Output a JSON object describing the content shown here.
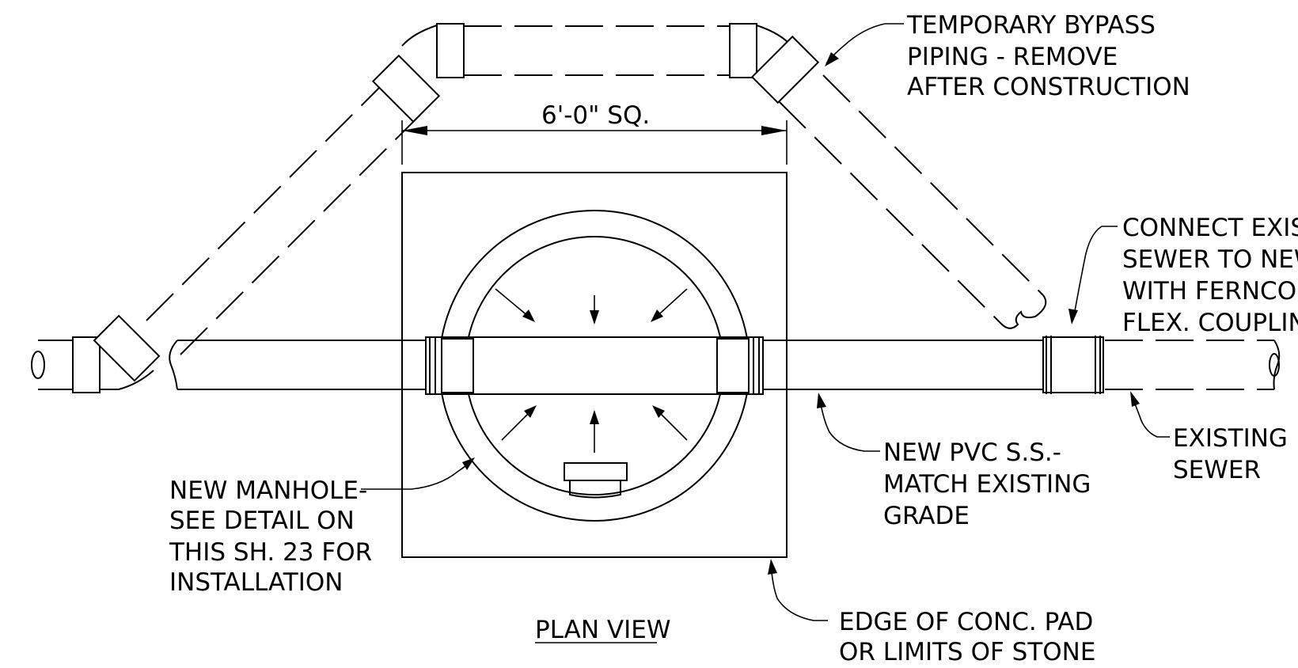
{
  "title": "PLAN VIEW",
  "dimension": "6'-0\" SQ.",
  "notes": {
    "bypass": [
      "TEMPORARY BYPASS",
      "PIPING - REMOVE",
      "AFTER CONSTRUCTION"
    ],
    "connect": [
      "CONNECT EXIST",
      "SEWER TO NEW",
      "WITH FERNCO",
      "FLEX. COUPLIN"
    ],
    "existing_sewer": [
      "EXISTING",
      "SEWER"
    ],
    "new_pvc": [
      "NEW PVC S.S.-",
      "MATCH EXISTING",
      "GRADE"
    ],
    "manhole": [
      "NEW MANHOLE-",
      "SEE DETAIL ON",
      "THIS SH. 23 FOR",
      "INSTALLATION"
    ],
    "pad_edge": [
      "EDGE OF CONC. PAD",
      "OR LIMITS OF STONE"
    ]
  },
  "colors": {
    "line": "#000000",
    "background": "#ffffff"
  }
}
